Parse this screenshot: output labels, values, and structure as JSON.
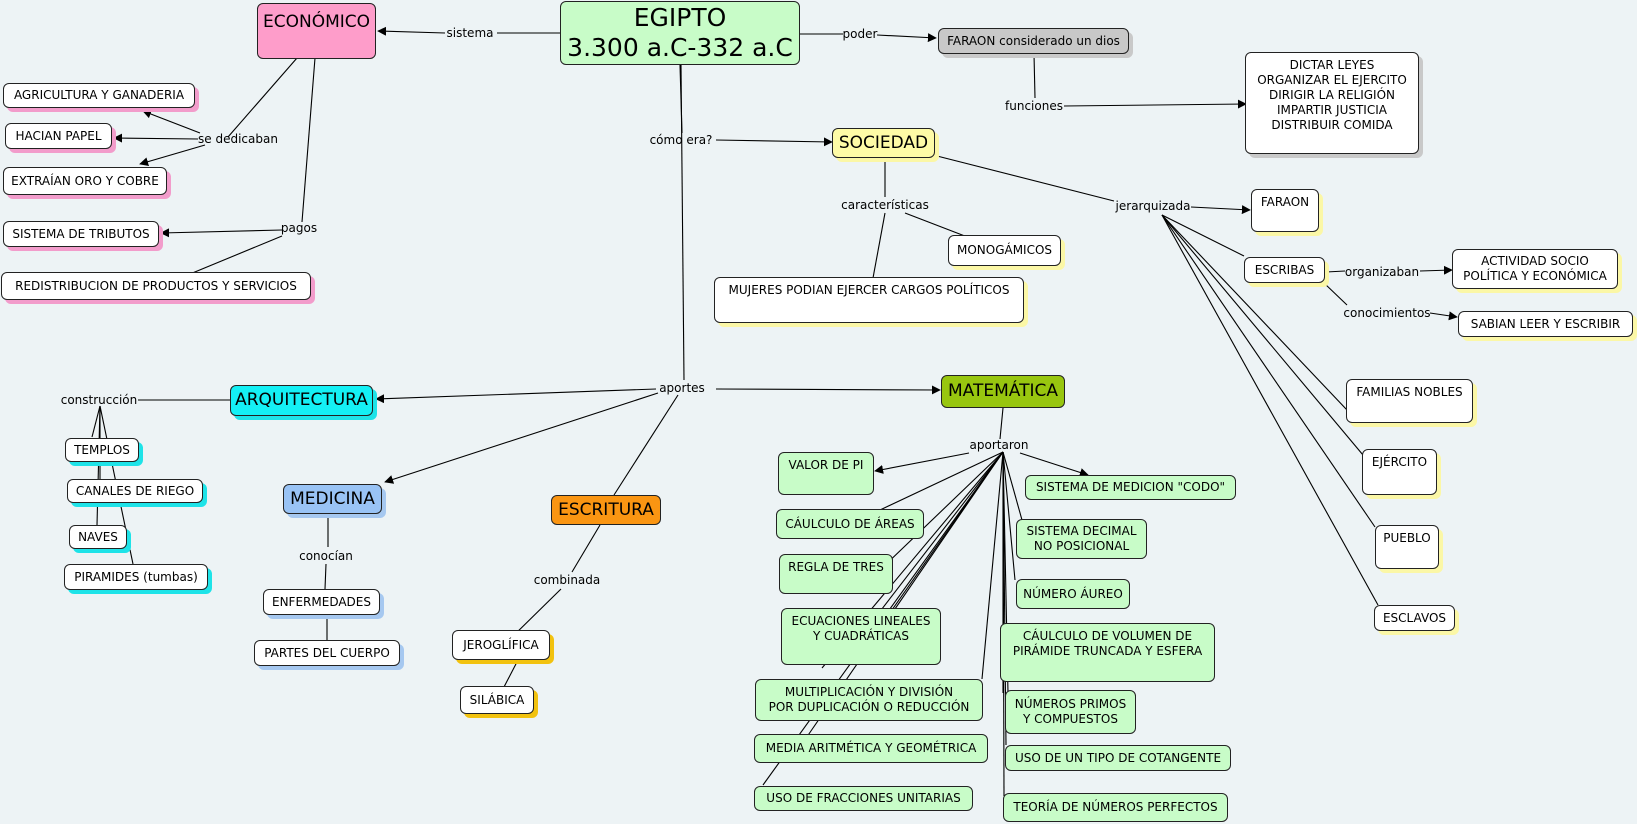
{
  "nodes": {
    "egipto": "EGIPTO\n3.300 a.C-332 a.C",
    "economico": "ECONÓMICO",
    "faraon_dios": "FARAON considerado un dios",
    "funciones_box": "DICTAR LEYES\nORGANIZAR EL EJERCITO\nDIRIGIR LA RELIGIÓN\nIMPARTIR JUSTICIA\nDISTRIBUIR COMIDA",
    "agricultura": "AGRICULTURA Y GANADERIA",
    "hacian_papel": "HACIAN PAPEL",
    "oro_cobre": "EXTRAÍAN ORO Y COBRE",
    "tributos": "SISTEMA DE TRIBUTOS",
    "redistribucion": "REDISTRIBUCION DE PRODUCTOS Y SERVICIOS",
    "sociedad": "SOCIEDAD",
    "monogamicos": "MONOGÁMICOS",
    "mujeres": "MUJERES PODIAN EJERCER CARGOS POLÍTICOS",
    "faraon": "FARAON",
    "escribas": "ESCRIBAS",
    "actividad": "ACTIVIDAD SOCIO\nPOLÍTICA Y ECONÓMICA",
    "leer": "SABIAN LEER Y ESCRIBIR",
    "familias": "FAMILIAS NOBLES",
    "ejercito": "EJÉRCITO",
    "pueblo": "PUEBLO",
    "esclavos": "ESCLAVOS",
    "arquitectura": "ARQUITECTURA",
    "templos": "TEMPLOS",
    "canales": "CANALES DE RIEGO",
    "naves": "NAVES",
    "piramides": "PIRAMIDES (tumbas)",
    "medicina": "MEDICINA",
    "enfermedades": "ENFERMEDADES",
    "partes": "PARTES DEL CUERPO",
    "escritura": "ESCRITURA",
    "jeroglifica": "JEROGLÍFICA",
    "silabica": "SILÁBICA",
    "matematica": "MATEMÁTICA",
    "pi": "VALOR DE PI",
    "areas": "CÁULCULO DE ÁREAS",
    "regla": "REGLA DE TRES",
    "ecuaciones": "ECUACIONES LINEALES\nY CUADRÁTICAS",
    "multiplicacion": "MULTIPLICACIÓN Y DIVISIÓN\nPOR DUPLICACIÓN O REDUCCIÓN",
    "media": "MEDIA ARITMÉTICA Y GEOMÉTRICA",
    "fracciones": "USO DE FRACCIONES UNITARIAS",
    "codo": "SISTEMA DE MEDICION \"CODO\"",
    "decimal": "SISTEMA DECIMAL\nNO POSICIONAL",
    "aureo": "NÚMERO ÁUREO",
    "volumen": "CÁULCULO DE VOLUMEN DE\nPIRÁMIDE TRUNCADA Y ESFERA",
    "primos": "NÚMEROS PRIMOS\nY COMPUESTOS",
    "cotangente": "USO DE UN TIPO DE COTANGENTE",
    "perfectos": "TEORÍA DE NÚMEROS PERFECTOS"
  },
  "labels": {
    "sistema": "sistema",
    "poder": "poder",
    "funciones": "funciones",
    "se_dedicaban": "se dedicaban",
    "pagos": "pagos",
    "como_era": "cómo era?",
    "caracteristicas": "características",
    "jerarquizada": "jerarquizada",
    "organizaban": "organizaban",
    "conocimientos": "conocimientos",
    "aportes": "aportes",
    "construccion": "construcción",
    "conocian": "conocían",
    "combinada": "combinada",
    "aportaron": "aportaron"
  },
  "colors": {
    "background": "#edf3f5",
    "egipto": "#c8fcc8",
    "economico": "#fe9dca",
    "faraon_dios": "#c8c8c8",
    "sociedad": "#fefba6",
    "arquitectura": "#14f0f5",
    "medicina": "#99c3f5",
    "escritura": "#fa9512",
    "matematica": "#98c60f",
    "math_items": "#c8fcc8"
  }
}
